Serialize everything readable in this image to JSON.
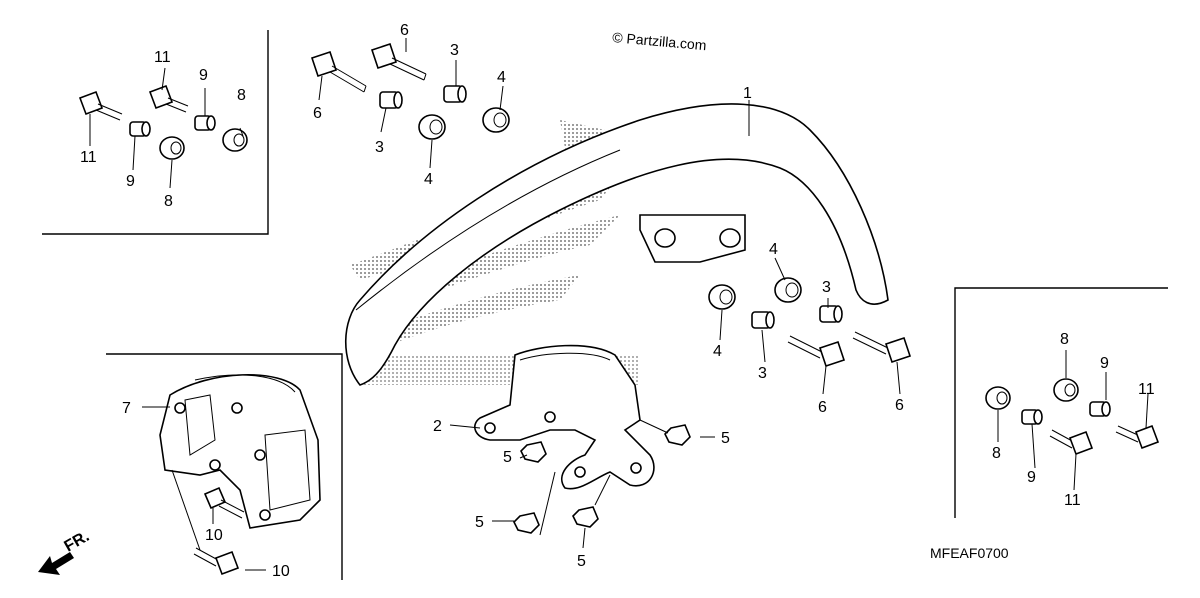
{
  "watermark": "© Partzilla.com",
  "diagram_code": "MFEAF0700",
  "direction_label": "FR.",
  "icons": {
    "logo": "wing-logo-watermark-icon",
    "arrow": "front-direction-arrow-icon"
  },
  "callouts": {
    "c1": "1",
    "c2": "2",
    "c3a": "3",
    "c3b": "3",
    "c3c": "3",
    "c3d": "3",
    "c4a": "4",
    "c4b": "4",
    "c4c": "4",
    "c4d": "4",
    "c5a": "5",
    "c5b": "5",
    "c5c": "5",
    "c5d": "5",
    "c6a": "6",
    "c6b": "6",
    "c6c": "6",
    "c6d": "6",
    "c7": "7",
    "c8a": "8",
    "c8b": "8",
    "c8c": "8",
    "c8d": "8",
    "c9a": "9",
    "c9b": "9",
    "c9c": "9",
    "c9d": "9",
    "c10a": "10",
    "c10b": "10",
    "c11a": "11",
    "c11b": "11",
    "c11c": "11",
    "c11d": "11"
  }
}
